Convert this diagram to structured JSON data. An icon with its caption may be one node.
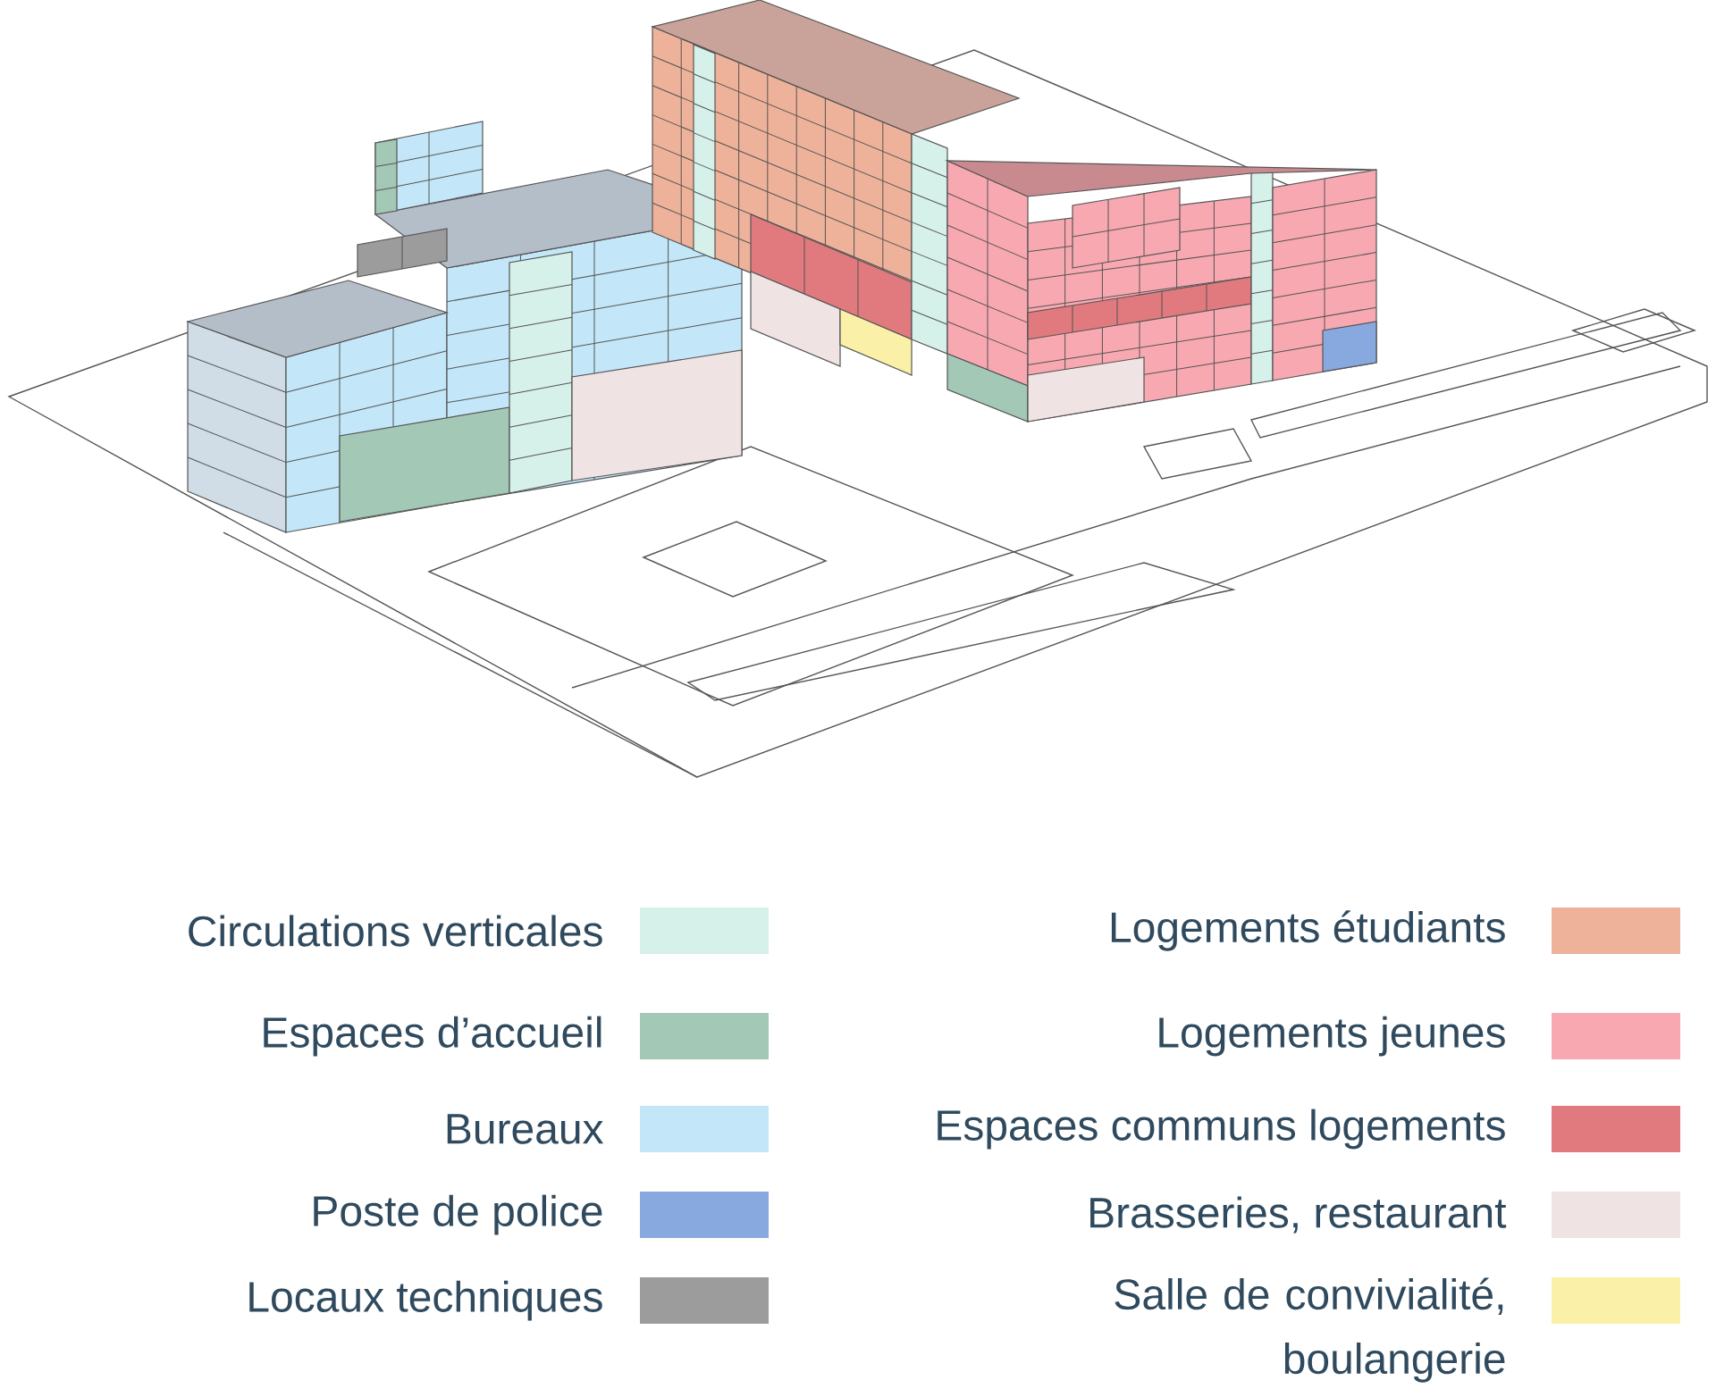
{
  "diagram": {
    "legend": [
      {
        "text": "Circulations verticales",
        "color": "#d6f0ea"
      },
      {
        "text": "Espaces d’accueil",
        "color": "#a3c9b6"
      },
      {
        "text": "Bureaux",
        "color": "#c3e6f8"
      },
      {
        "text": "Poste de police",
        "color": "#88a8e0"
      },
      {
        "text": "Locaux techniques",
        "color": "#9c9c9c"
      },
      {
        "text": "Logements étudiants",
        "color": "#eeb29a"
      },
      {
        "text": "Logements jeunes",
        "color": "#f8a8b0"
      },
      {
        "text": "Espaces communs logements",
        "color": "#e07a7e"
      },
      {
        "text": "Brasseries, restaurant",
        "color": "#f0e3e3"
      },
      {
        "text": "Salle de convivialité, boulangerie",
        "color": "#fbf0a8"
      }
    ]
  }
}
